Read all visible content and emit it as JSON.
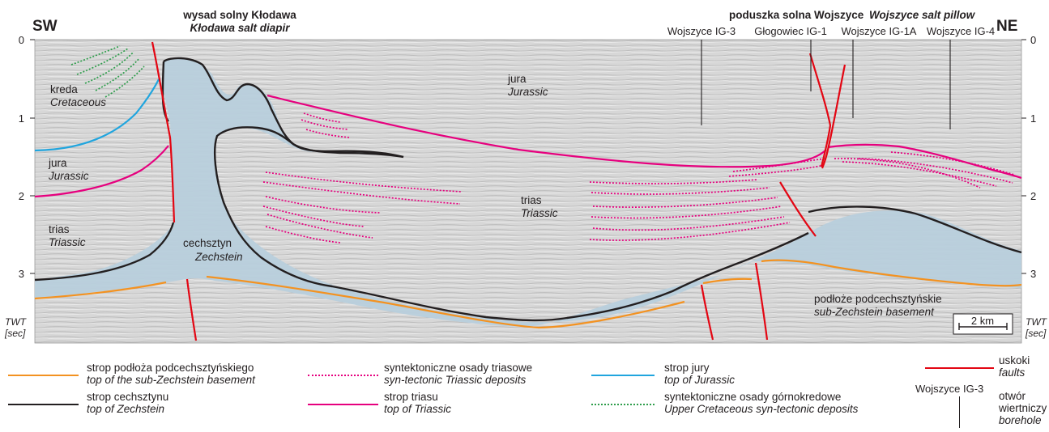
{
  "diagram": {
    "side_left": "SW",
    "side_right": "NE",
    "twt_label": "TWT",
    "twt_unit": "[sec]",
    "axis_ticks": [
      "0",
      "1",
      "2",
      "3"
    ],
    "scale_bar": "2 km",
    "header_left": {
      "pl": "wysad solny Kłodawa",
      "en": "Kłodawa salt diapir"
    },
    "header_right": {
      "pl": "poduszka solna Wojszyce",
      "en": "Wojszyce salt pillow"
    },
    "boreholes": [
      "Wojszyce IG-3",
      "Głogowiec IG-1",
      "Wojszyce IG-1A",
      "Wojszyce IG-4"
    ],
    "units": {
      "kreda": {
        "pl": "kreda",
        "en": "Cretaceous"
      },
      "jura_left": {
        "pl": "jura",
        "en": "Jurassic"
      },
      "trias_left": {
        "pl": "trias",
        "en": "Triassic"
      },
      "cechsztyn": {
        "pl": "cechsztyn",
        "en": "Zechstein"
      },
      "jura_center": {
        "pl": "jura",
        "en": "Jurassic"
      },
      "trias_center": {
        "pl": "trias",
        "en": "Triassic"
      },
      "basement": {
        "pl": "podłoże podcechsztyńskie",
        "en": "sub-Zechstein basement"
      }
    },
    "colors": {
      "background": "#d9d9d9",
      "zechstein_fill": "#b8cfdc",
      "top_zechstein": "#231f20",
      "top_basement": "#f39221",
      "top_triassic": "#e6007e",
      "top_jurassic": "#20a5de",
      "faults": "#e30613",
      "syn_triassic": "#e6007e",
      "syn_cretaceous": "#2e9d4b"
    }
  },
  "legend": {
    "basement": {
      "pl": "strop podłoża podcechsztyńskiego",
      "en": "top of the sub-Zechstein basement"
    },
    "zechstein": {
      "pl": "strop cechsztynu",
      "en": "top of Zechstein"
    },
    "syn_triassic": {
      "pl": "syntektoniczne osady triasowe",
      "en": "syn-tectonic Triassic deposits"
    },
    "triassic": {
      "pl": "strop triasu",
      "en": "top of Triassic"
    },
    "jurassic": {
      "pl": "strop jury",
      "en": "top of Jurassic"
    },
    "syn_cretaceous": {
      "pl": "syntektoniczne osady górnokredowe",
      "en": "Upper Cretaceous syn-tectonic deposits"
    },
    "faults": {
      "pl": "uskoki",
      "en": "faults"
    },
    "borehole_example": "Wojszyce IG-3",
    "borehole": {
      "pl1": "otwór",
      "pl2": "wiertniczy",
      "en": "borehole"
    }
  }
}
